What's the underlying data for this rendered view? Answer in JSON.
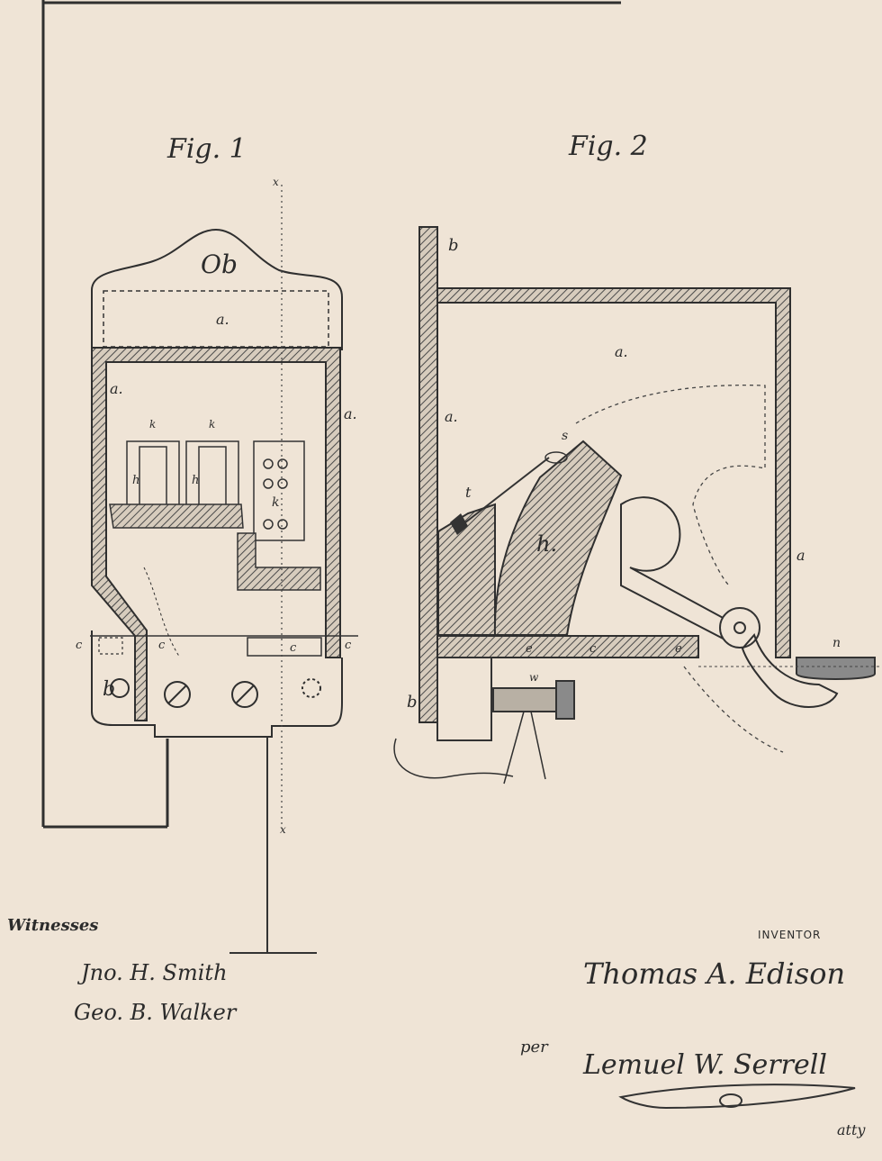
{
  "figures": {
    "fig1": {
      "title": "Fig. 1"
    },
    "fig2": {
      "title": "Fig. 2"
    }
  },
  "witnesses": {
    "heading": "Witnesses",
    "names": [
      "Jno. H. Smith",
      "Geo. B. Walker"
    ]
  },
  "inventor": {
    "heading": "INVENTOR",
    "name": "Thomas A. Edison",
    "per": "per",
    "attorney": "Lemuel W. Serrell",
    "attorney_suffix": "atty"
  }
}
